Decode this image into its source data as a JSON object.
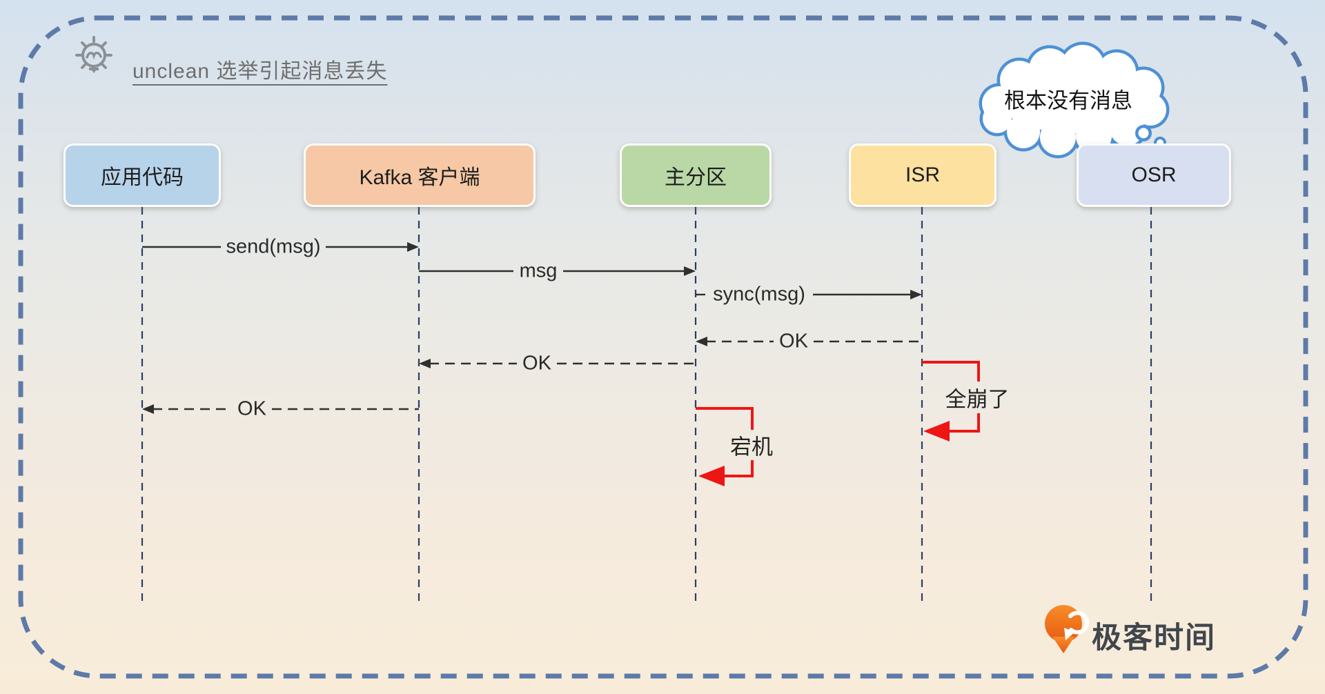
{
  "diagram_title": "unclean 选举引起消息丢失",
  "actors": [
    {
      "label": "应用代码",
      "color": "#b7d3ea"
    },
    {
      "label": "Kafka 客户端",
      "color": "#f6c8a5"
    },
    {
      "label": "主分区",
      "color": "#bad8a6"
    },
    {
      "label": "ISR",
      "color": "#fce1a0"
    },
    {
      "label": "OSR",
      "color": "#d8dff1"
    }
  ],
  "messages": [
    {
      "from": "应用代码",
      "to": "Kafka 客户端",
      "label": "send(msg)",
      "style": "solid"
    },
    {
      "from": "Kafka 客户端",
      "to": "主分区",
      "label": "msg",
      "style": "solid"
    },
    {
      "from": "主分区",
      "to": "ISR",
      "label": "sync(msg)",
      "style": "solid"
    },
    {
      "from": "ISR",
      "to": "主分区",
      "label": "OK",
      "style": "dashed"
    },
    {
      "from": "主分区",
      "to": "Kafka 客户端",
      "label": "OK",
      "style": "dashed"
    },
    {
      "from": "Kafka 客户端",
      "to": "应用代码",
      "label": "OK",
      "style": "dashed"
    }
  ],
  "failures": [
    {
      "actor": "ISR",
      "label": "全崩了"
    },
    {
      "actor": "主分区",
      "label": "宕机"
    }
  ],
  "thought_bubble": {
    "text": "根本没有消息",
    "near": "OSR"
  },
  "watermark": {
    "brand": "极客时间"
  },
  "colors": {
    "border": "#5d7aa8",
    "lifeline": "#2c3d63",
    "message_line": "#2f2f2f",
    "failure_red": "#ee1515",
    "cloud_stroke": "#4d90d5",
    "brand_orange": "#ed5a12",
    "title_gray": "#6e6e6e"
  }
}
